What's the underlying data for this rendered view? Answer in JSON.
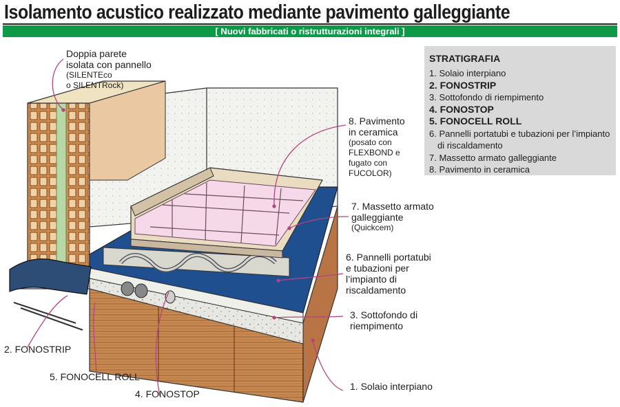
{
  "title": "Isolamento acustico realizzato mediante pavimento galleggiante",
  "subtitle": "[ Nuovi fabbricati o ristrutturazioni integrali ]",
  "stratigrafia": {
    "heading": "STRATIGRAFIA",
    "items": [
      {
        "text": "1. Solaio interpiano",
        "bold": false
      },
      {
        "text": "2. FONOSTRIP",
        "bold": true
      },
      {
        "text": "3. Sottofondo di riempimento",
        "bold": false
      },
      {
        "text": "4. FONOSTOP",
        "bold": true
      },
      {
        "text": "5. FONOCELL ROLL",
        "bold": true
      },
      {
        "text": "6. Pannelli portatubi e tubazioni per l’impianto",
        "cont": "di riscaldamento",
        "bold": false
      },
      {
        "text": "7. Massetto armato galleggiante",
        "bold": false
      },
      {
        "text": "8. Pavimento in ceramica",
        "bold": false
      }
    ]
  },
  "labels": {
    "wall": {
      "l1": "Doppia parete",
      "l2": "isolata con pannello",
      "l3": "(SILENTEco",
      "l4": "o SILENTRock)"
    },
    "floor8": {
      "l1": "8. Pavimento",
      "l2": "in ceramica",
      "l3": "(posato con",
      "l4": "FLEXBOND e",
      "l5": "fugato con",
      "l6": "FUCOLOR)"
    },
    "screed7": {
      "l1": "7. Massetto armato",
      "l2": "galleggiante",
      "l3": "(Quickcem)"
    },
    "panels6": {
      "l1": "6. Pannelli portatubi",
      "l2": "e tubazioni per",
      "l3": "l’impianto di",
      "l4": "riscaldamento"
    },
    "fill3": {
      "l1": "3. Sottofondo di",
      "l2": "riempimento"
    },
    "slab1": "1. Solaio interpiano",
    "fonostrip2": "2. FONOSTRIP",
    "fonocell5": "5. FONOCELL ROLL",
    "fonostop4": "4. FONOSTOP"
  },
  "colors": {
    "banner": "#0c9a48",
    "membrane": "#1f4f8f",
    "tile": "#f6d9e8",
    "brick": "#c9874f",
    "leader": "#b5437f",
    "panel": "#d9d9d9"
  }
}
